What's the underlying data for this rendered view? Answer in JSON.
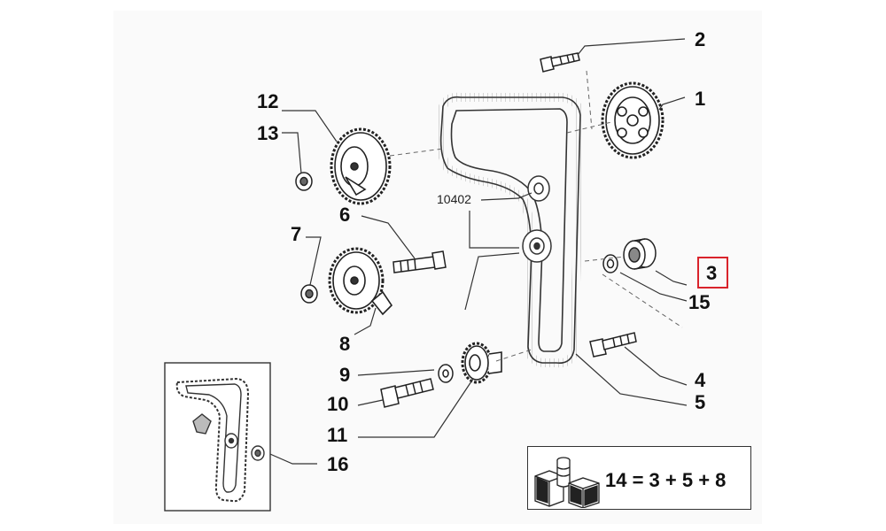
{
  "callouts": {
    "c1": "1",
    "c2": "2",
    "c3": "3",
    "c4": "4",
    "c5": "5",
    "c6": "6",
    "c7": "7",
    "c8": "8",
    "c9": "9",
    "c10": "10",
    "c11": "11",
    "c12": "12",
    "c13": "13",
    "c15": "15",
    "c16": "16"
  },
  "belt_ref": "10402",
  "kit_formula": "14 = 3 + 5 + 8",
  "highlight_color": "#d9232b"
}
